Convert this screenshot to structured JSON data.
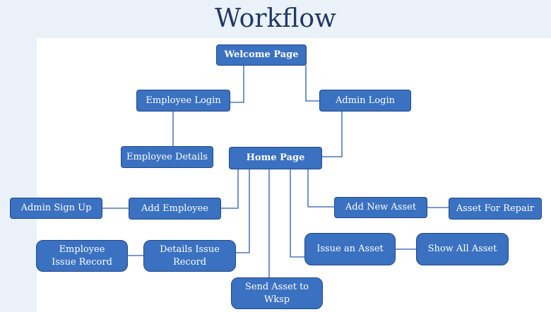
{
  "title": "Workflow",
  "nodes": {
    "welcome": "Welcome Page",
    "employee_login": "Employee Login",
    "admin_login": "Admin Login",
    "employee_details": "Employee Details",
    "home": "Home Page",
    "admin_signup": "Admin Sign Up",
    "add_employee": "Add Employee",
    "add_new_asset": "Add New Asset",
    "asset_for_repair": "Asset For Repair",
    "employee_issue_record": "Employee Issue Record",
    "details_issue_record": "Details Issue Record",
    "issue_asset": "Issue an Asset",
    "show_all_asset": "Show All Asset",
    "send_asset_wksp": "Send Asset to Wksp"
  },
  "colors": {
    "node_fill": "#3a71c1",
    "node_border": "#22488a",
    "connector": "#2e5aa8",
    "title": "#1f3864"
  }
}
